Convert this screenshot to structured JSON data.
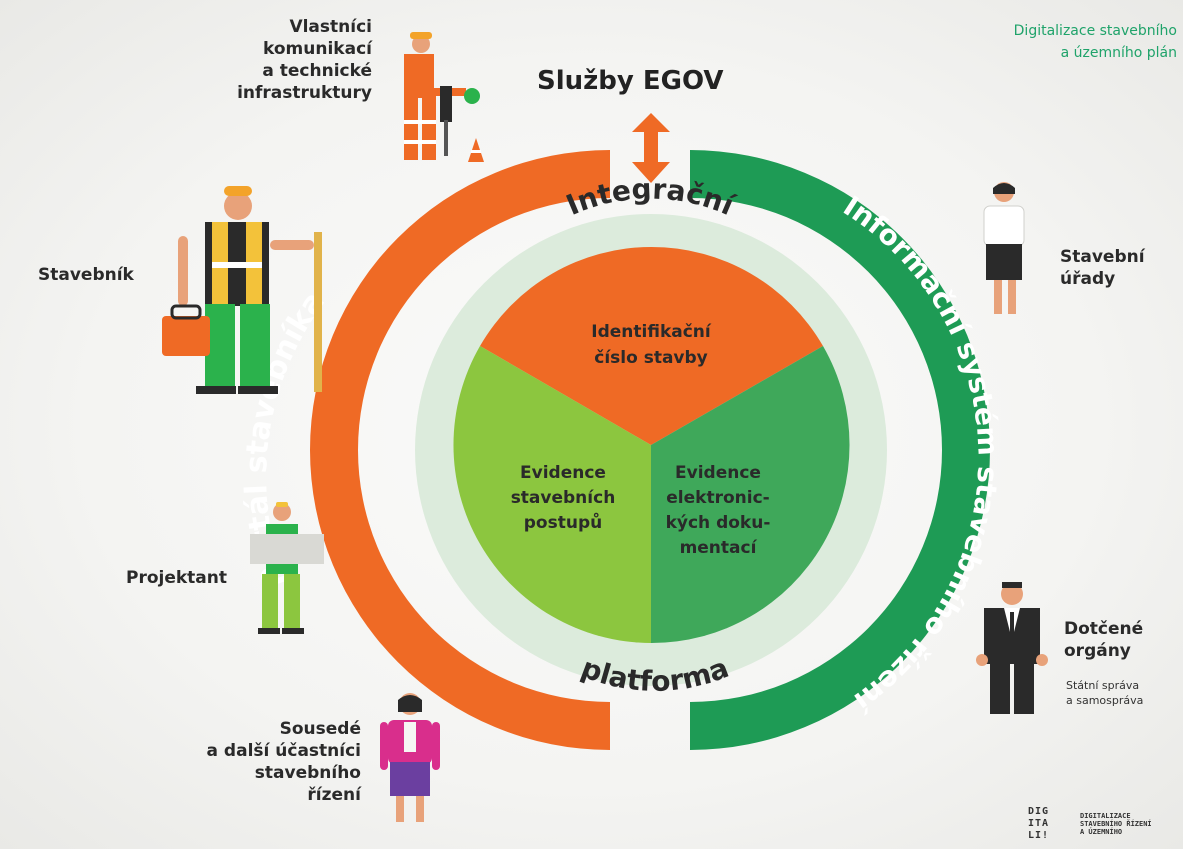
{
  "header": {
    "line1": "Digitalizace stavebního",
    "line2": "a územního plán"
  },
  "top_service": "Služby EGOV",
  "ring": {
    "left": "Portál stavebníka",
    "right": "Informační systém stavebního řízení",
    "inner_top": "Integrační",
    "inner_bottom": "platforma"
  },
  "core": {
    "segment_top": [
      "Identifikační",
      "číslo stavby"
    ],
    "segment_left": [
      "Evidence",
      "stavebních",
      "postupů"
    ],
    "segment_right": [
      "Evidence",
      "elektronic-",
      "kých doku-",
      "mentací"
    ]
  },
  "actors_left": {
    "vlastnici": [
      "Vlastníci",
      "komunikací",
      "a technické",
      "infrastruktury"
    ],
    "stavebnik": "Stavebník",
    "projektant": "Projektant",
    "sousede": [
      "Sousedé",
      "a další účastníci",
      "stavebního",
      "řízení"
    ]
  },
  "actors_right": {
    "urady": [
      "Stavební",
      "úřady"
    ],
    "organy": [
      "Dotčené",
      "orgány"
    ],
    "organy_sub": [
      "Státní správa",
      "a samospráva"
    ]
  },
  "logo": {
    "mark": [
      "DIG",
      "ITA",
      "LI!"
    ],
    "word": [
      "DIGITALIZACE",
      "STAVEBNÍHO ŘÍZENÍ",
      "A ÚZEMNÍHO"
    ]
  },
  "colors": {
    "orange": "#ef6a25",
    "green": "#1e9b55",
    "light_green": "#8cc63f",
    "mid_green": "#3fa85a",
    "pale_ring": "#dcebdc"
  }
}
